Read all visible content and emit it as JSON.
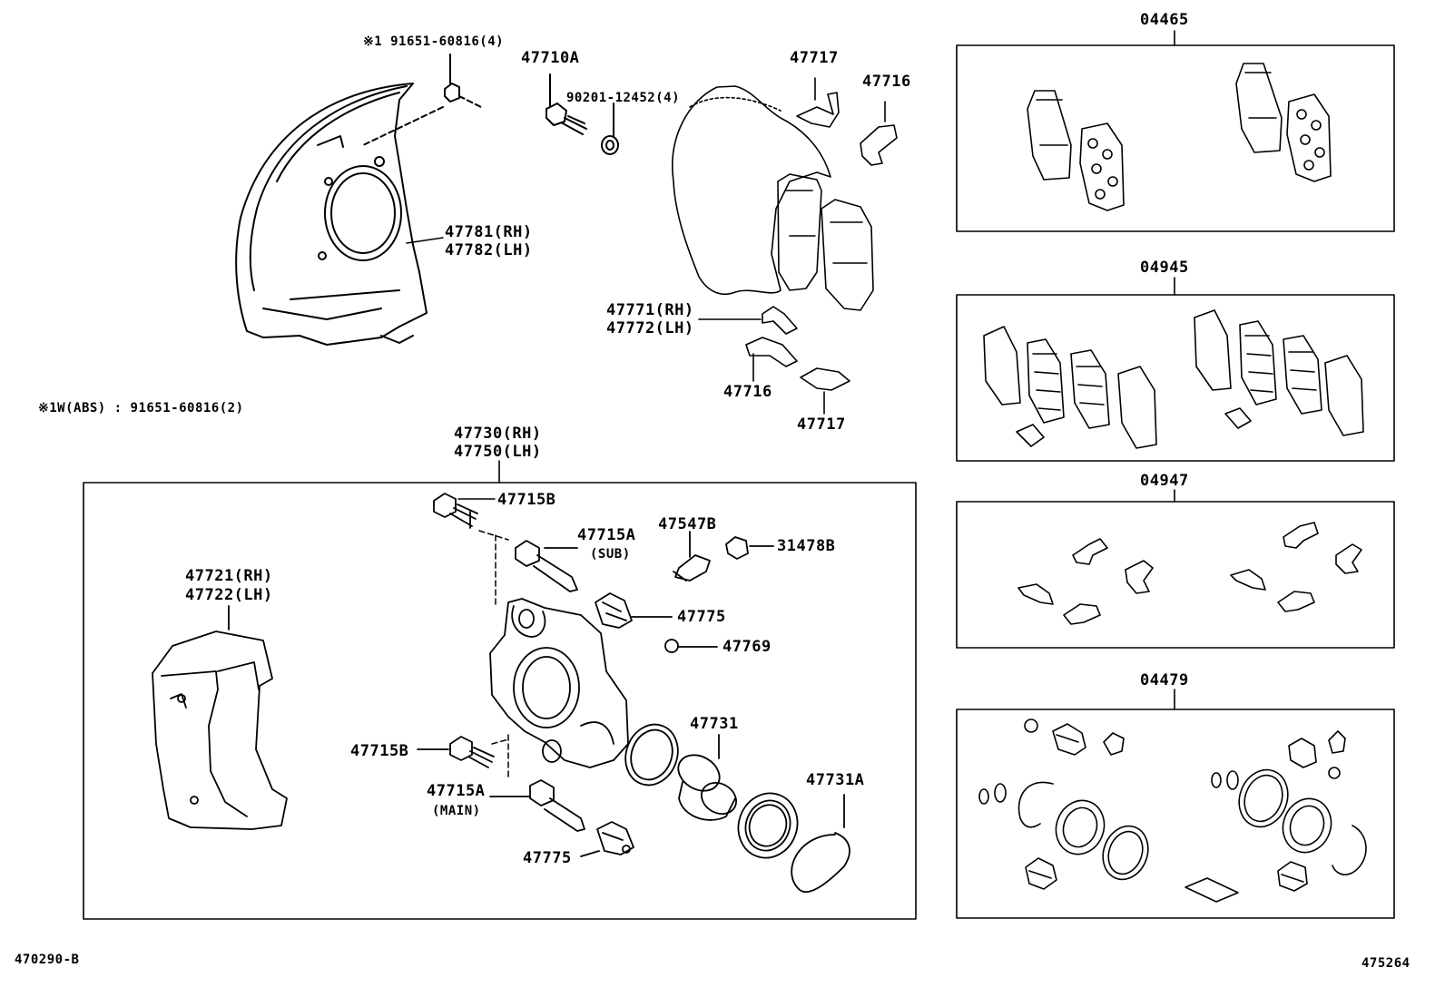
{
  "colors": {
    "ink": "#000000",
    "background": "#ffffff"
  },
  "notes": {
    "top_bolt": "※1 91651-60816(4)",
    "abs_bolt": "※1W(ABS) : 91651-60816(2)"
  },
  "footer": {
    "left": "470290-B",
    "right": "475264"
  },
  "labels": {
    "p47710A": "47710A",
    "p90201": "90201-12452(4)",
    "p47717a": "47717",
    "p47716a": "47716",
    "p47781": "47781(RH)",
    "p47782": "47782(LH)",
    "p47771": "47771(RH)",
    "p47772": "47772(LH)",
    "p47716b": "47716",
    "p47717b": "47717",
    "p47730": "47730(RH)",
    "p47750": "47750(LH)",
    "p47715B_top": "47715B",
    "p47715A_sub": "47715A",
    "sub": "(SUB)",
    "p47547B": "47547B",
    "p31478B": "31478B",
    "p47775_top": "47775",
    "p47769": "47769",
    "p47721": "47721(RH)",
    "p47722": "47722(LH)",
    "p47731": "47731",
    "p47715B_bot": "47715B",
    "p47715A_main": "47715A",
    "main": "(MAIN)",
    "p47731A": "47731A",
    "p47775_bot": "47775"
  },
  "kits": [
    {
      "id": "04465"
    },
    {
      "id": "04945"
    },
    {
      "id": "04947"
    },
    {
      "id": "04479"
    }
  ]
}
